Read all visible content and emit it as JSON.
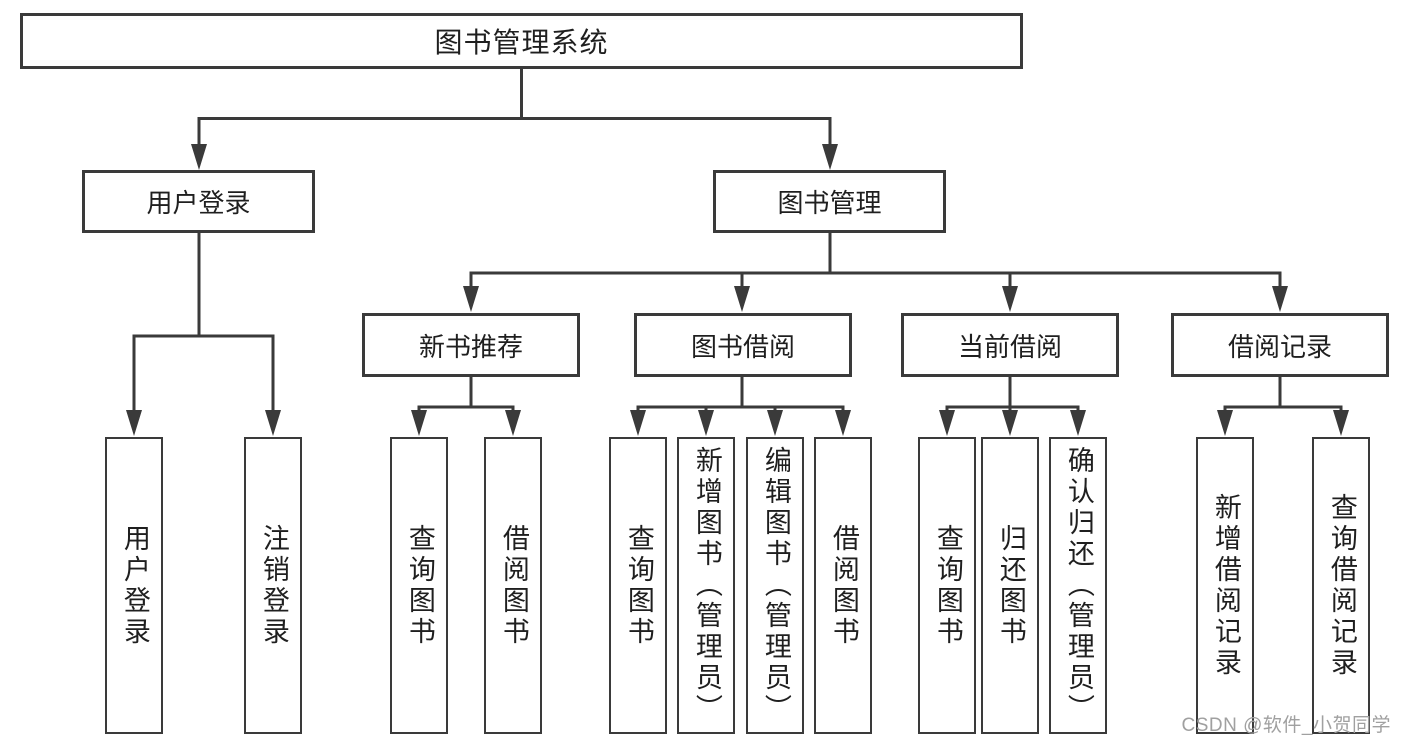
{
  "colors": {
    "line": "#3a3a3a",
    "text": "#1f1f1f",
    "background": "#ffffff",
    "watermark": "#a0a0a0"
  },
  "tree": {
    "root": {
      "label": "图书管理系统"
    },
    "branches": [
      {
        "label": "用户登录",
        "leaves": [
          {
            "label": "用户登录"
          },
          {
            "label": "注销登录"
          }
        ]
      },
      {
        "label": "图书管理",
        "groups": [
          {
            "label": "新书推荐",
            "leaves": [
              {
                "label": "查询图书"
              },
              {
                "label": "借阅图书"
              }
            ]
          },
          {
            "label": "图书借阅",
            "leaves": [
              {
                "label": "查询图书"
              },
              {
                "label": "新增图书（管理员）"
              },
              {
                "label": "编辑图书（管理员）"
              },
              {
                "label": "借阅图书"
              }
            ]
          },
          {
            "label": "当前借阅",
            "leaves": [
              {
                "label": "查询图书"
              },
              {
                "label": "归还图书"
              },
              {
                "label": "确认归还（管理员）"
              }
            ]
          },
          {
            "label": "借阅记录",
            "leaves": [
              {
                "label": "新增借阅记录"
              },
              {
                "label": "查询借阅记录"
              }
            ]
          }
        ]
      }
    ]
  },
  "watermark": {
    "text": "CSDN @软件_小贺同学"
  }
}
